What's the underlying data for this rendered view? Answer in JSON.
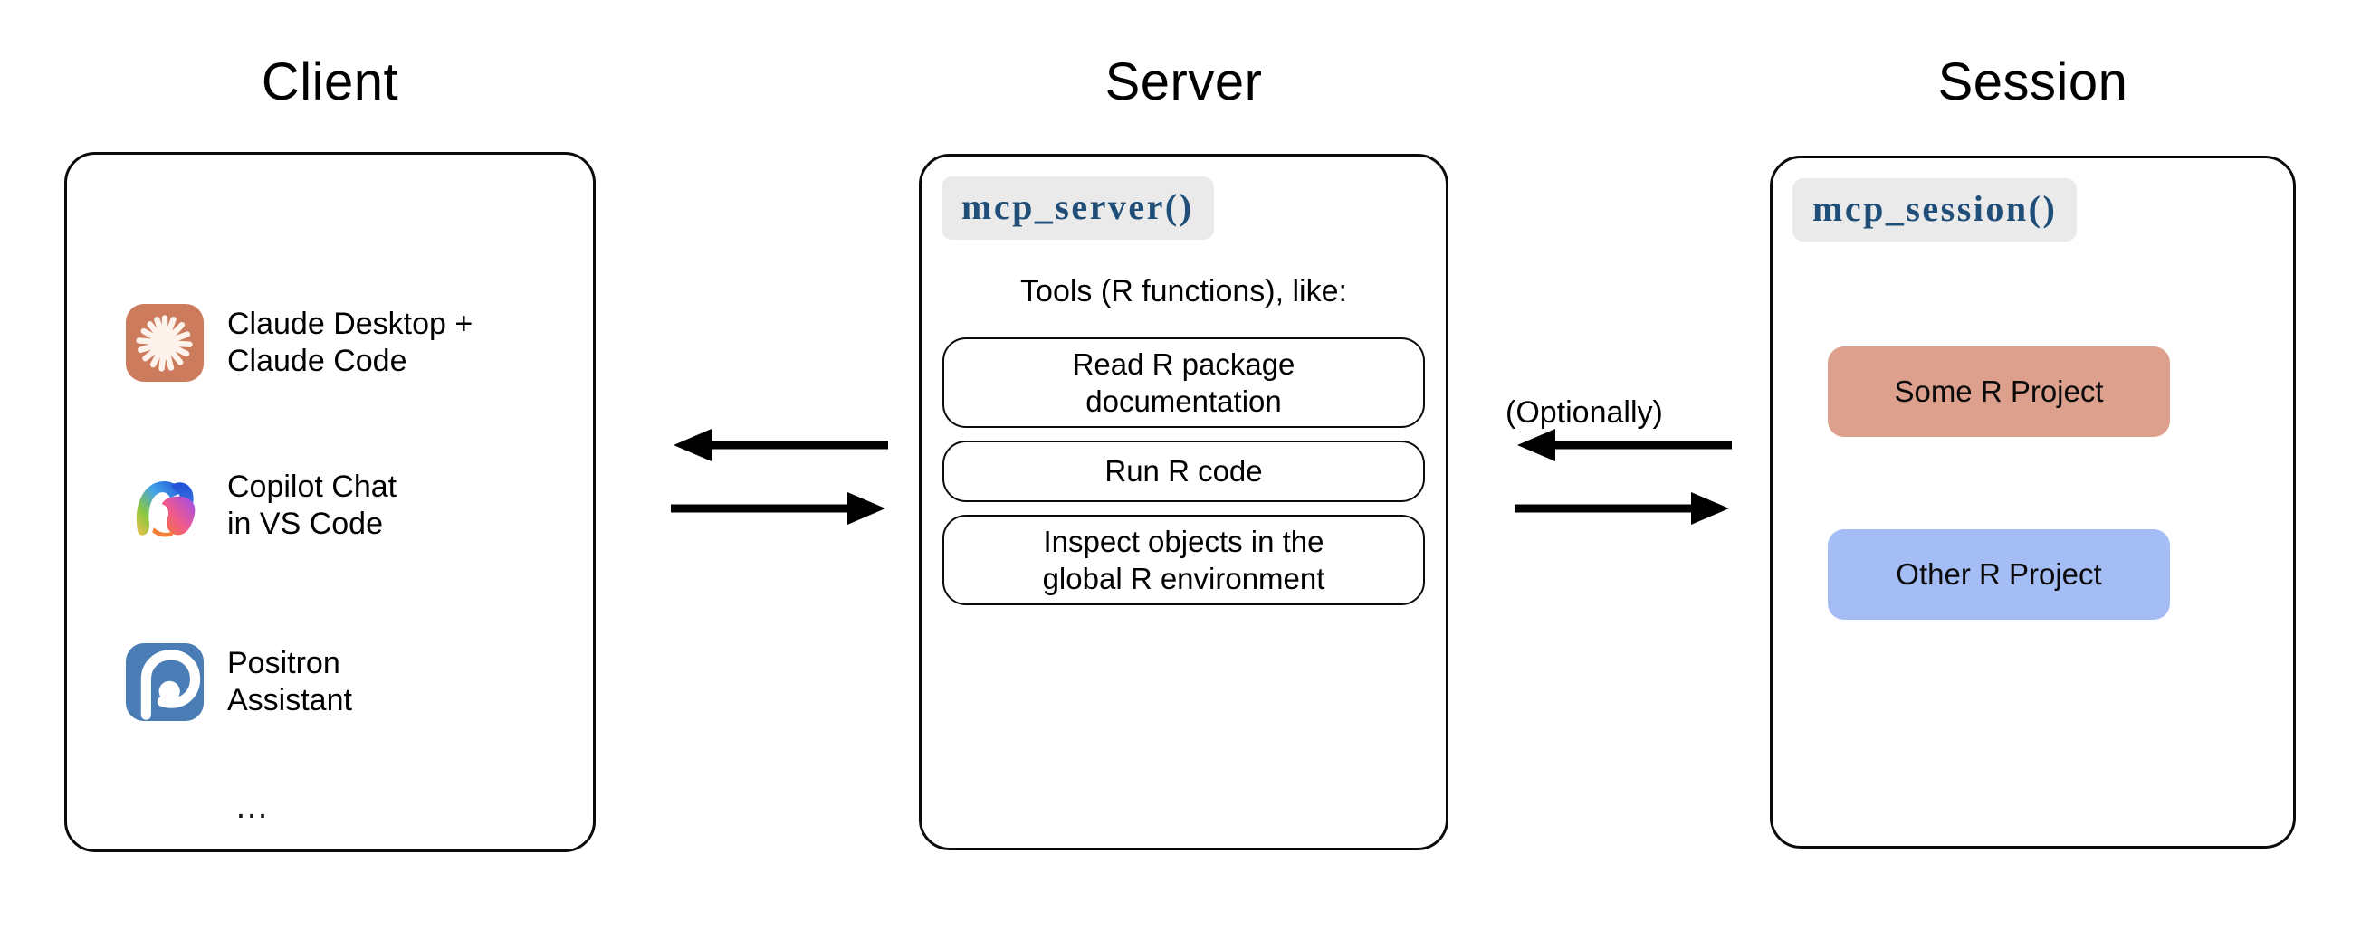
{
  "columns": {
    "client": "Client",
    "server": "Server",
    "session": "Session"
  },
  "client": {
    "items": [
      {
        "icon": "claude-icon",
        "label": "Claude Desktop +\nClaude Code"
      },
      {
        "icon": "copilot-icon",
        "label": "Copilot Chat\nin VS Code"
      },
      {
        "icon": "positron-icon",
        "label": "Positron\nAssistant"
      }
    ],
    "more": "…"
  },
  "server": {
    "code_chip": "mcp_server()",
    "tools_caption": "Tools (R functions), like:",
    "tools": [
      "Read R package\ndocumentation",
      "Run R code",
      "Inspect objects in the\nglobal R environment"
    ]
  },
  "session": {
    "code_chip": "mcp_session()",
    "projects": [
      {
        "label": "Some R Project",
        "color": "#dda08c"
      },
      {
        "label": "Other R Project",
        "color": "#a4bdf5"
      }
    ]
  },
  "connectors": {
    "left": {
      "top_direction": "left",
      "bottom_direction": "right"
    },
    "right": {
      "label": "(Optionally)",
      "top_direction": "left",
      "bottom_direction": "right"
    }
  },
  "colors": {
    "claude_bg": "#cc7b5c",
    "claude_mark": "#fdf3ec",
    "positron_bg": "#4a7db5",
    "positron_mark": "#ffffff",
    "chip_bg": "#eaeaea",
    "chip_text": "#1f4e79",
    "project_warm": "#dda08c",
    "project_cool": "#a4bdf5",
    "stroke": "#0b0b0b"
  }
}
